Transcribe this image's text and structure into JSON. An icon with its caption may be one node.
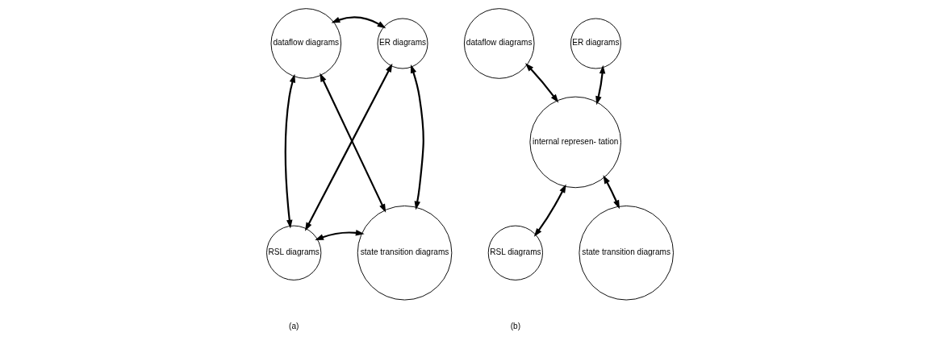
{
  "diagram": {
    "nodes": [
      {
        "text": [
          "dataflow diagrams"
        ]
      },
      {
        "text": [
          "ER diagrams"
        ]
      },
      {
        "text": [
          "RSL diagrams"
        ]
      },
      {
        "text": [
          "state transition diagrams"
        ]
      },
      {
        "text": [
          "dataflow diagrams"
        ]
      },
      {
        "text": [
          "ER diagrams"
        ]
      },
      {
        "text": [
          "internal represen- tation"
        ]
      },
      {
        "text": [
          "RSL diagrams"
        ]
      },
      {
        "text": [
          "state transition diagrams"
        ]
      }
    ],
    "edges": [
      {
        "from": 0,
        "to": 1,
        "arrow": "both"
      },
      {
        "from": 0,
        "to": 2,
        "arrow": "both"
      },
      {
        "from": 0,
        "to": 3,
        "arrow": "both"
      },
      {
        "from": 1,
        "to": 2,
        "arrow": "both"
      },
      {
        "from": 1,
        "to": 3,
        "arrow": "both"
      },
      {
        "from": 2,
        "to": 3,
        "arrow": "both"
      },
      {
        "from": 4,
        "to": 6,
        "arrow": "both"
      },
      {
        "from": 5,
        "to": 6,
        "arrow": "both"
      },
      {
        "from": 7,
        "to": 6,
        "arrow": "both"
      },
      {
        "from": 8,
        "to": 6,
        "arrow": "both"
      }
    ],
    "labels": [
      "(a)",
      "(b)"
    ]
  }
}
